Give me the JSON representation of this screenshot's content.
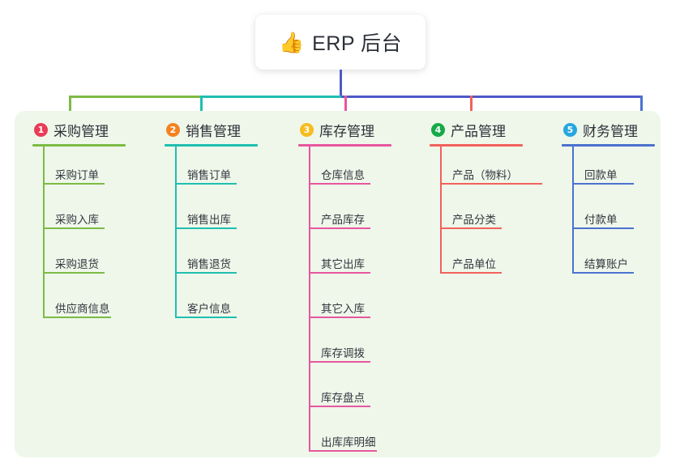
{
  "root": {
    "emoji": "👍",
    "emoji_name": "thumbs-up-icon",
    "title": "ERP 后台"
  },
  "colors": {
    "canvas": "#ffffff",
    "panel": "#eef7ea",
    "stem": "#4e59c6",
    "branch_1": "#7cbb45",
    "branch_2": "#1fbfb0",
    "branch_3": "#e8569f",
    "branch_4": "#f2615c",
    "branch_5": "#4a72cf",
    "badge_1": "#ea3b56",
    "badge_2": "#f58220",
    "badge_3": "#f5bd1f",
    "badge_4": "#17a948",
    "badge_5": "#27a7e0",
    "text": "#2c3038"
  },
  "columns": [
    {
      "number": "1",
      "label": "采购管理",
      "badge_color": "#ea3b56",
      "line_color": "#7cbb45",
      "items": [
        {
          "label": "采购订单"
        },
        {
          "label": "采购入库"
        },
        {
          "label": "采购退货"
        },
        {
          "label": "供应商信息"
        }
      ]
    },
    {
      "number": "2",
      "label": "销售管理",
      "badge_color": "#f58220",
      "line_color": "#1fbfb0",
      "items": [
        {
          "label": "销售订单"
        },
        {
          "label": "销售出库"
        },
        {
          "label": "销售退货"
        },
        {
          "label": "客户信息"
        }
      ]
    },
    {
      "number": "3",
      "label": "库存管理",
      "badge_color": "#f5bd1f",
      "line_color": "#e8569f",
      "items": [
        {
          "label": "仓库信息"
        },
        {
          "label": "产品库存"
        },
        {
          "label": "其它出库"
        },
        {
          "label": "其它入库"
        },
        {
          "label": "库存调拨"
        },
        {
          "label": "库存盘点"
        },
        {
          "label": "出库库明细"
        }
      ]
    },
    {
      "number": "4",
      "label": "产品管理",
      "badge_color": "#17a948",
      "line_color": "#f2615c",
      "items": [
        {
          "label": "产品（物料）"
        },
        {
          "label": "产品分类"
        },
        {
          "label": "产品单位"
        }
      ]
    },
    {
      "number": "5",
      "label": "财务管理",
      "badge_color": "#27a7e0",
      "line_color": "#4a72cf",
      "items": [
        {
          "label": "回款单"
        },
        {
          "label": "付款单"
        },
        {
          "label": "结算账户"
        }
      ]
    }
  ]
}
